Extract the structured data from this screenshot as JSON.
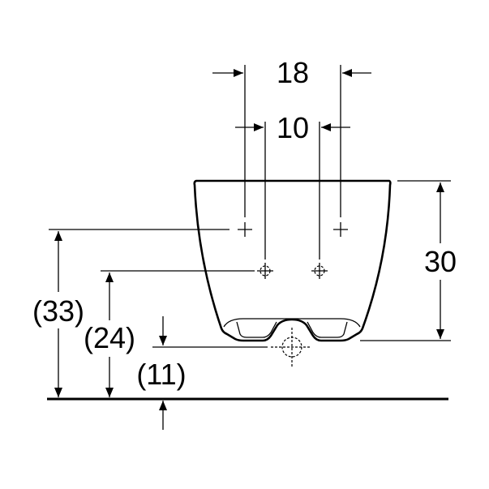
{
  "dimensions": {
    "top_width": "18",
    "inner_width": "10",
    "height": "30",
    "upper_height": "(33)",
    "middle_height": "(24)",
    "lower_height": "(11)"
  },
  "colors": {
    "line": "#000000",
    "background": "#ffffff"
  }
}
